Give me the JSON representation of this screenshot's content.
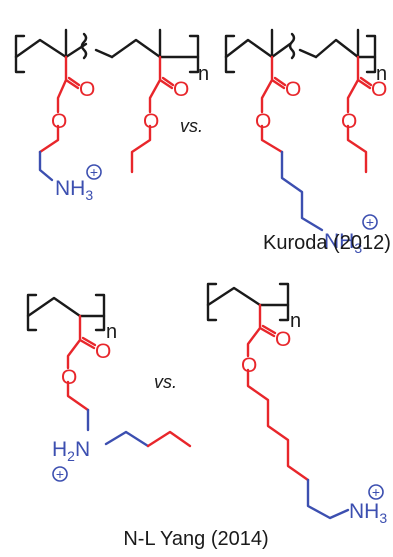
{
  "labels": {
    "o": "O",
    "n": "n",
    "vs": "vs.",
    "nh": "NH",
    "sub3": "3",
    "h2n_h": "H",
    "sub2": "2",
    "h2n_n": "N",
    "plus": "+"
  },
  "captions": {
    "kuroda": "Kuroda (2012)",
    "yang": "N-L Yang (2014)"
  },
  "colors": {
    "backbone": "#1a1a1a",
    "ester": "#e8262b",
    "amine": "#3c4fb0"
  }
}
